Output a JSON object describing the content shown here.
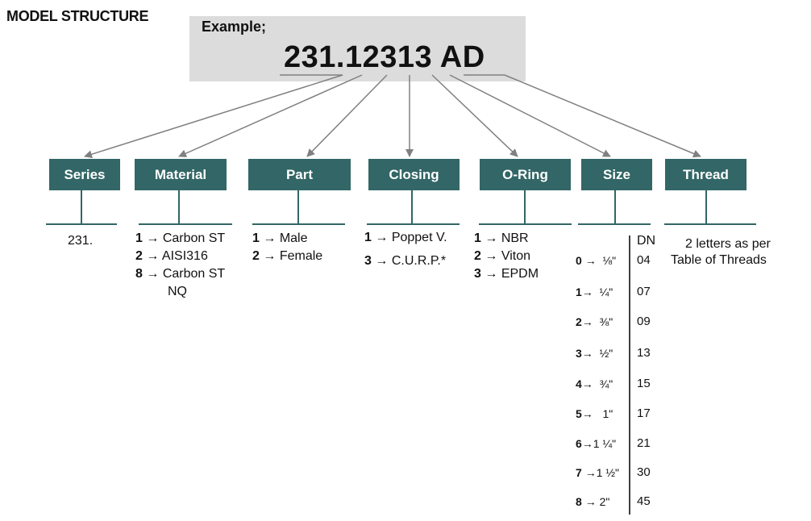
{
  "title": "MODEL STRUCTURE",
  "example": {
    "label": "Example;",
    "code": "231.12313 AD"
  },
  "categories": [
    {
      "label": "Series"
    },
    {
      "label": "Material"
    },
    {
      "label": "Part"
    },
    {
      "label": "Closing"
    },
    {
      "label": "O-Ring"
    },
    {
      "label": "Size"
    },
    {
      "label": "Thread"
    }
  ],
  "series": {
    "value": "231."
  },
  "material": [
    {
      "code": "1",
      "arrow": "→",
      "name": "Carbon ST"
    },
    {
      "code": "2",
      "arrow": "→",
      "name": "AISI316"
    },
    {
      "code": "8",
      "arrow": "→",
      "name": "Carbon ST"
    },
    {
      "code": "",
      "arrow": "",
      "name": "NQ"
    }
  ],
  "part": [
    {
      "code": "1",
      "arrow": "→",
      "name": "Male"
    },
    {
      "code": "2",
      "arrow": "→",
      "name": "Female"
    }
  ],
  "closing": [
    {
      "code": "1",
      "arrow": "→",
      "name": "Poppet V."
    },
    {
      "code": "3",
      "arrow": "→",
      "name": "C.U.R.P.*"
    }
  ],
  "oring": [
    {
      "code": "1",
      "arrow": "→",
      "name": "NBR"
    },
    {
      "code": "2",
      "arrow": "→",
      "name": "Viton"
    },
    {
      "code": "3",
      "arrow": "→",
      "name": "EPDM"
    }
  ],
  "size": {
    "dn_header": "DN",
    "rows": [
      {
        "code": "0",
        "arrow": "→",
        "inch": "⅛\"",
        "dn": "04"
      },
      {
        "code": "1",
        "arrow": "→",
        "inch": "¼\"",
        "dn": "07"
      },
      {
        "code": "2",
        "arrow": "→",
        "inch": "⅜\"",
        "dn": "09"
      },
      {
        "code": "3",
        "arrow": "→",
        "inch": "½\"",
        "dn": "13"
      },
      {
        "code": "4",
        "arrow": "→",
        "inch": "¾\"",
        "dn": "15"
      },
      {
        "code": "5",
        "arrow": "→",
        "inch": "1\"",
        "dn": "17"
      },
      {
        "code": "6",
        "arrow": "→",
        "inch": "1 ¼\"",
        "dn": "21"
      },
      {
        "code": "7",
        "arrow": "→",
        "inch": "1 ½\"",
        "dn": "30"
      },
      {
        "code": "8",
        "arrow": "→",
        "inch": "2\"",
        "dn": "45"
      }
    ]
  },
  "thread": {
    "line1": "2 letters as per",
    "line2": "Table of Threads"
  },
  "colors": {
    "box_fill": "#336666",
    "example_bg": "#dcdcdc",
    "connector": "#808080"
  }
}
